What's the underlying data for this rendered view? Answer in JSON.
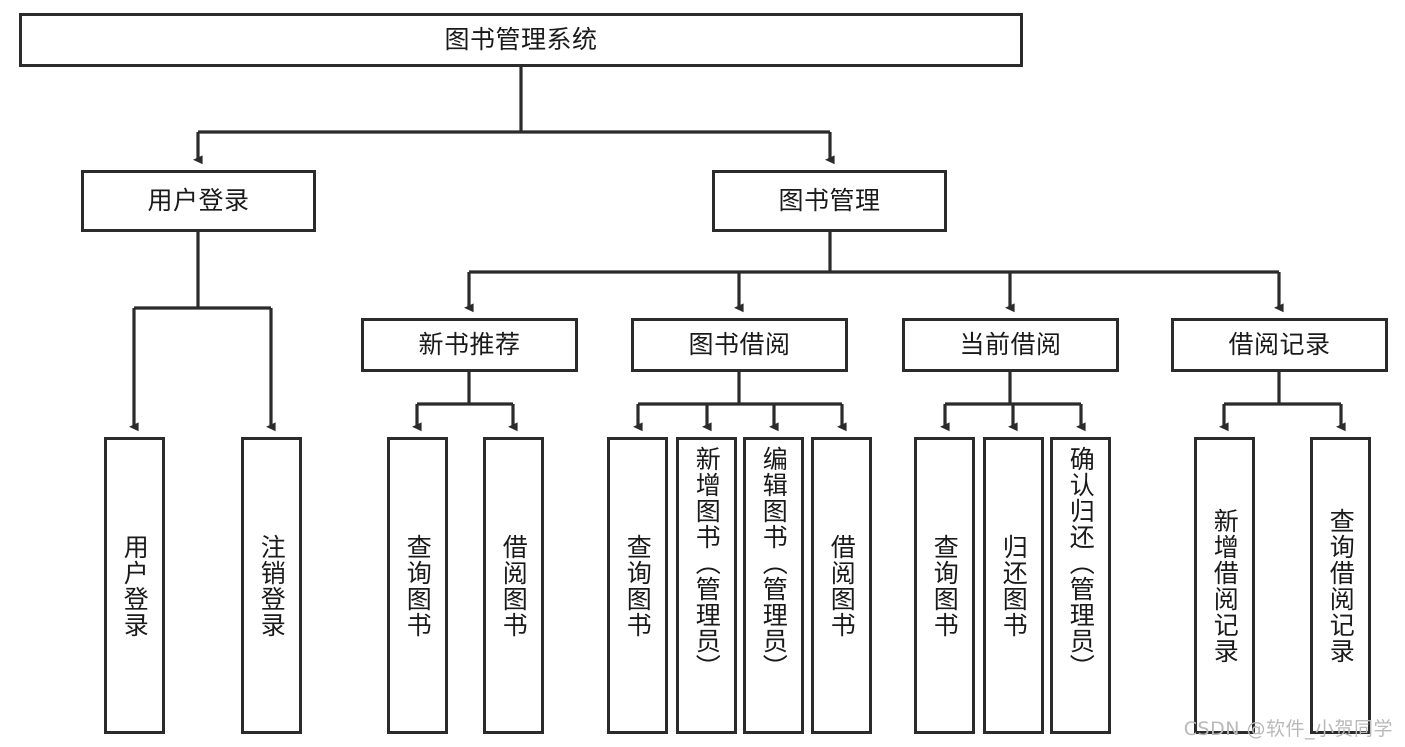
{
  "diagram": {
    "title": "图书管理系统",
    "type": "tree",
    "root": {
      "label": "图书管理系统"
    },
    "level2": [
      {
        "label": "用户登录"
      },
      {
        "label": "图书管理"
      }
    ],
    "level3": [
      {
        "label": "新书推荐"
      },
      {
        "label": "图书借阅"
      },
      {
        "label": "当前借阅"
      },
      {
        "label": "借阅记录"
      }
    ],
    "leaves_user_login": [
      {
        "label": "用户登录"
      },
      {
        "label": "注销登录"
      }
    ],
    "leaves_new_book": [
      {
        "label": "查询图书"
      },
      {
        "label": "借阅图书"
      }
    ],
    "leaves_borrow": [
      {
        "label": "查询图书"
      },
      {
        "label": "新增图书（管理员）"
      },
      {
        "label": "编辑图书（管理员）"
      },
      {
        "label": "借阅图书"
      }
    ],
    "leaves_current": [
      {
        "label": "查询图书"
      },
      {
        "label": "归还图书"
      },
      {
        "label": "确认归还（管理员）"
      }
    ],
    "leaves_record": [
      {
        "label": "新增借阅记录"
      },
      {
        "label": "查询借阅记录"
      }
    ],
    "watermark": "CSDN @软件_小贺同学",
    "colors": {
      "stroke": "#2b2b2b",
      "fill": "#ffffff",
      "text": "#1a1a1a",
      "watermark": "#b9b9b9"
    }
  }
}
